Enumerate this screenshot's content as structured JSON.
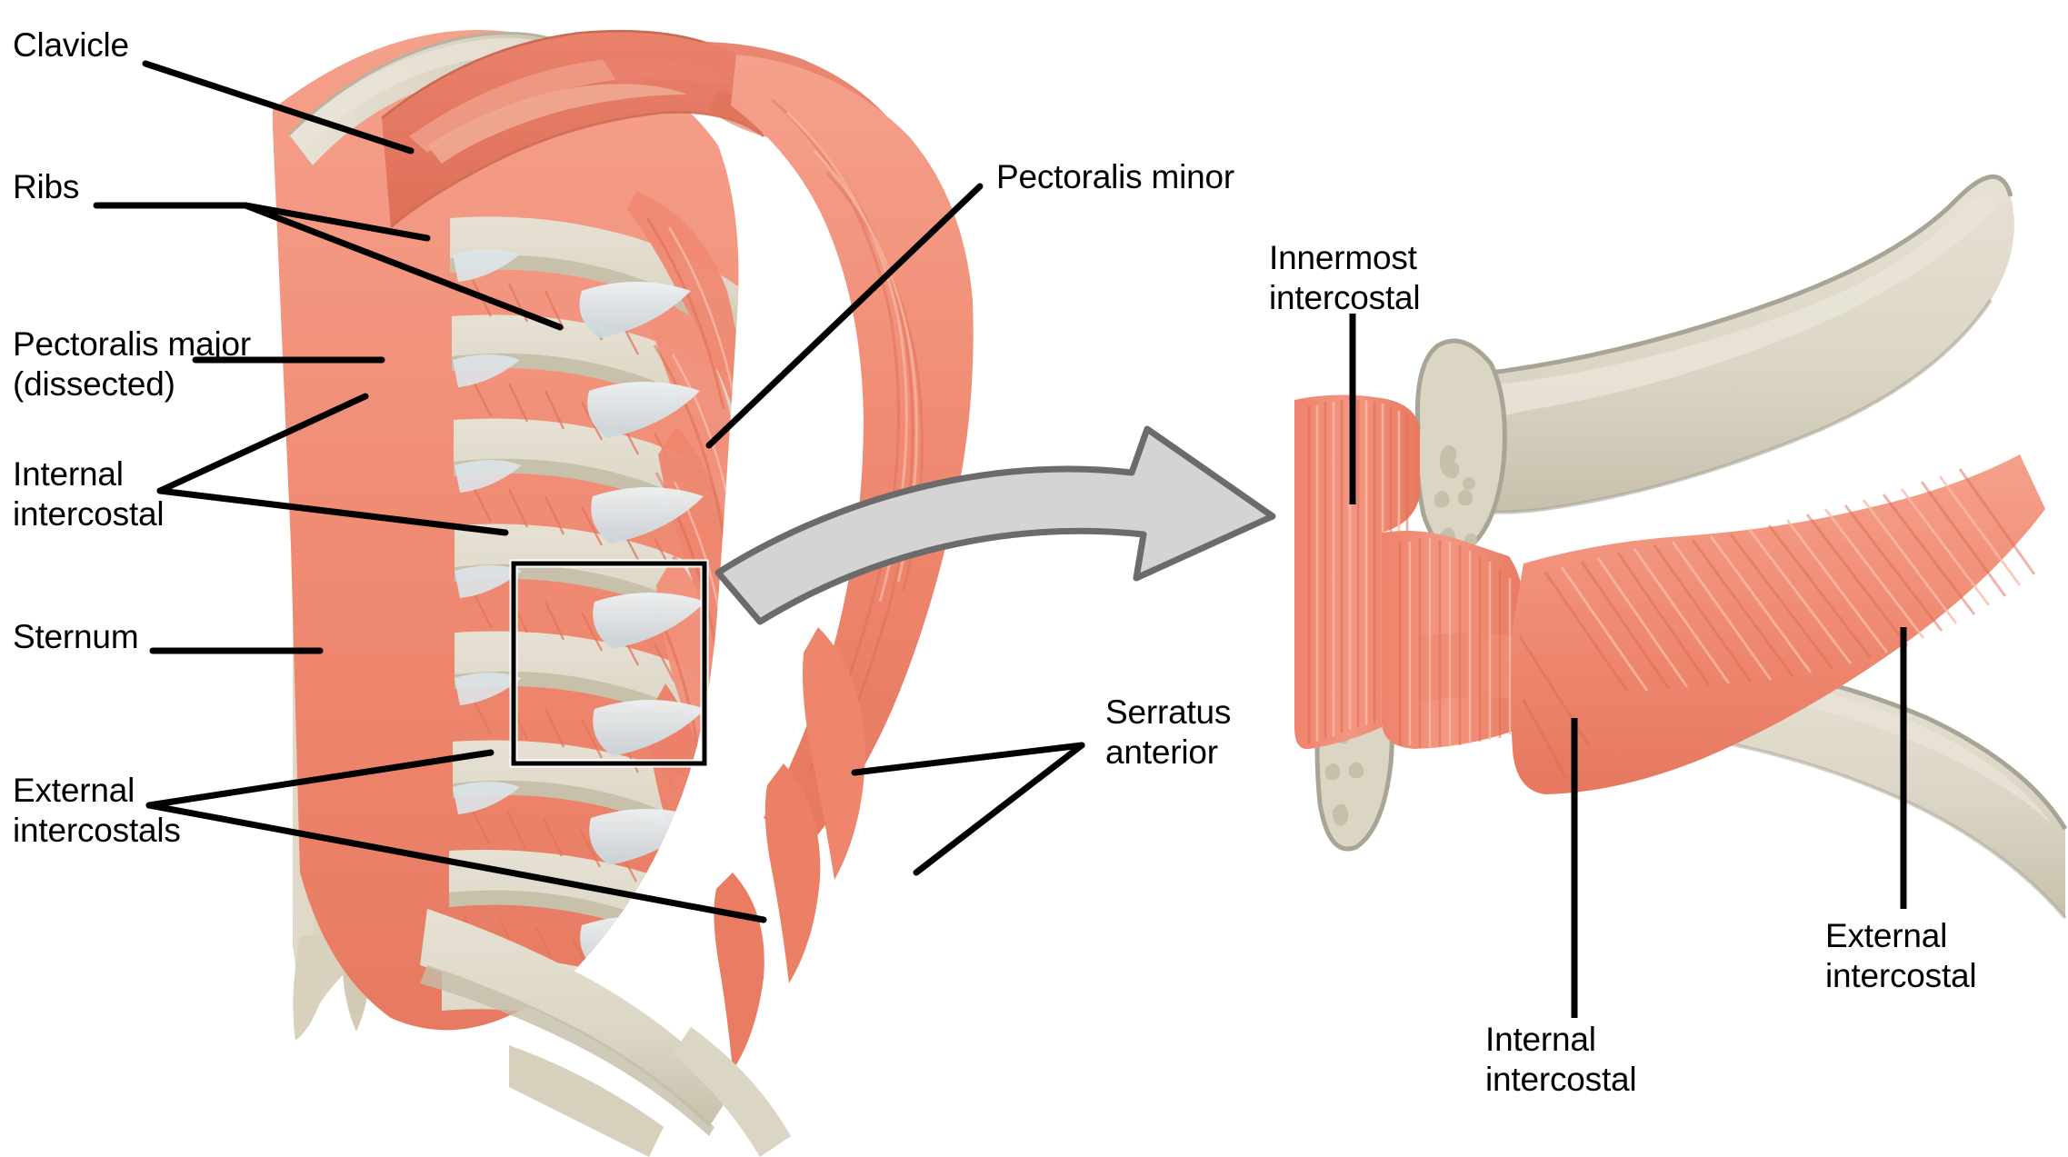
{
  "figure": {
    "title": "Muscles of the thoracic wall and intercostal muscles",
    "colors": {
      "muscle": "#F08A72",
      "muscle_dark": "#E2745C",
      "muscle_light": "#F4A490",
      "bone": "#DCD6C6",
      "bone_shadow": "#C8C2AE",
      "bone_outline": "#A9A596",
      "tendon": "#D3DCE0",
      "tendon_light": "#E8EEF1",
      "sternum": "#DAD2BE",
      "arrow_fill": "#D4D4D4",
      "arrow_stroke": "#6B6B6B",
      "leader": "#000000",
      "background": "#FFFFFF"
    }
  },
  "left_panel": {
    "name": "anterior-thoracic-wall-overview",
    "labels": [
      {
        "id": "clavicle",
        "text": "Clavicle"
      },
      {
        "id": "ribs",
        "text": "Ribs"
      },
      {
        "id": "pectoralis-major",
        "line1": "Pectoralis major",
        "line2": "(dissected)"
      },
      {
        "id": "internal-intercostal",
        "line1": "Internal",
        "line2": "intercostal"
      },
      {
        "id": "sternum",
        "text": "Sternum"
      },
      {
        "id": "external-intercostals",
        "line1": "External",
        "line2": "intercostals"
      },
      {
        "id": "pectoralis-minor",
        "text": "Pectoralis minor"
      },
      {
        "id": "serratus-anterior",
        "line1": "Serratus",
        "line2": "anterior"
      }
    ]
  },
  "right_panel": {
    "name": "intercostal-muscle-layers-detail",
    "labels": [
      {
        "id": "innermost-intercostal",
        "line1": "Innermost",
        "line2": "intercostal"
      },
      {
        "id": "internal-intercostal-detail",
        "line1": "Internal",
        "line2": "intercostal"
      },
      {
        "id": "external-intercostal-detail",
        "line1": "External",
        "line2": "intercostal"
      }
    ]
  },
  "callout": {
    "inset_box_label": "magnified-region-box",
    "arrow_label": "magnification-arrow"
  }
}
